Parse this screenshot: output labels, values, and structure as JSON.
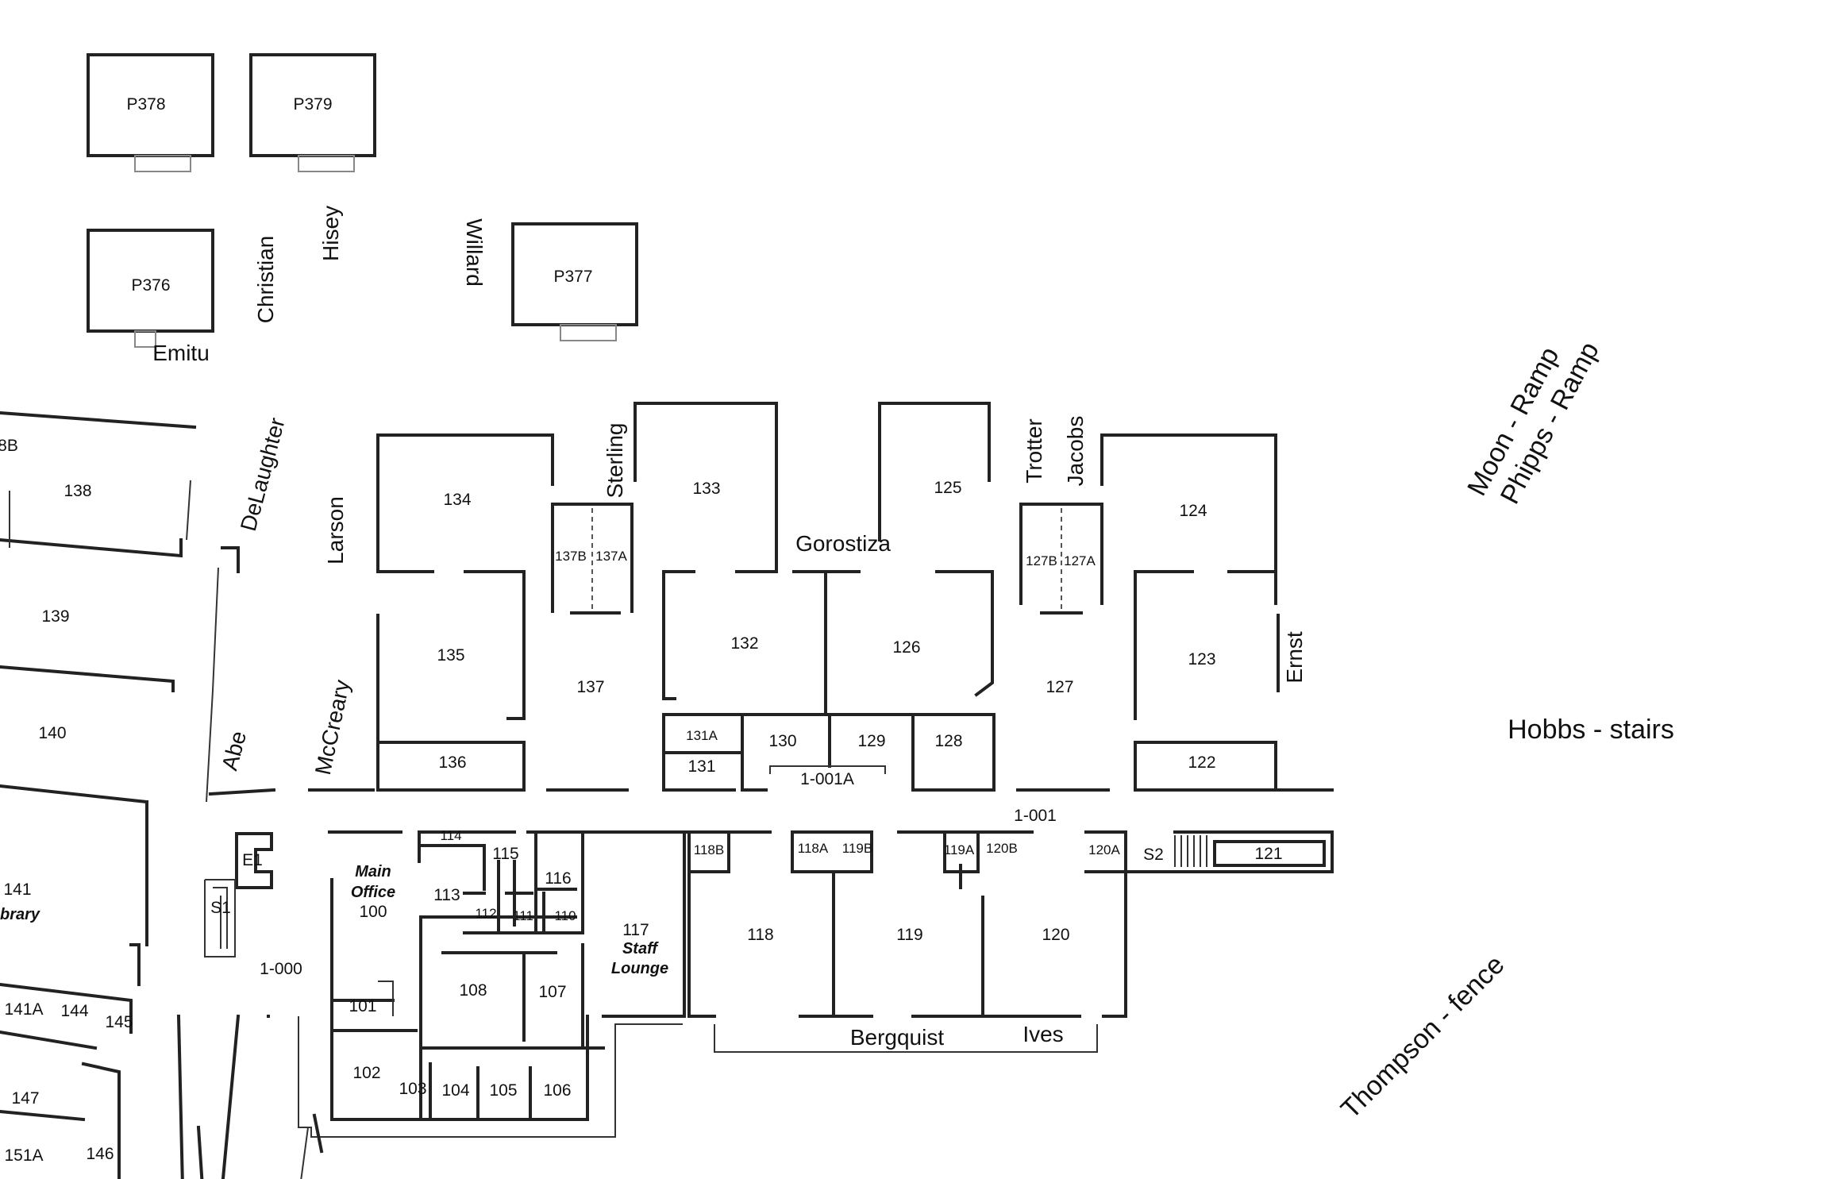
{
  "portables": {
    "p378": "P378",
    "p379": "P379",
    "p376": "P376",
    "p377": "P377"
  },
  "rooms": {
    "r8b": "8B",
    "r138": "138",
    "r139": "139",
    "r140": "140",
    "r141": "141",
    "library": "brary",
    "r141a": "141A",
    "r144": "144",
    "r145": "145",
    "r147": "147",
    "r146": "146",
    "r151a": "151A",
    "r134": "134",
    "r135": "135",
    "r136": "136",
    "r137": "137",
    "r137a": "137A",
    "r137b": "137B",
    "r133": "133",
    "r132": "132",
    "r131a": "131A",
    "r131": "131",
    "r130": "130",
    "r129": "129",
    "r125": "125",
    "r126": "126",
    "r128": "128",
    "r127": "127",
    "r127a": "127A",
    "r127b": "127B",
    "r124": "124",
    "r123": "123",
    "r122": "122",
    "h1001a": "1-001A",
    "h1001": "1-001",
    "h1000": "1-000",
    "e1": "E1",
    "s1": "S1",
    "s2": "S2",
    "main_office_1": "Main",
    "main_office_2": "Office",
    "r100": "100",
    "r114": "114",
    "r115": "115",
    "r113": "113",
    "r116": "116",
    "r112": "112",
    "r111": "111",
    "r110": "110",
    "r117": "117",
    "staff_lounge_1": "Staff",
    "staff_lounge_2": "Lounge",
    "r108": "108",
    "r107": "107",
    "r101": "101",
    "r102": "102",
    "r103": "103",
    "r104": "104",
    "r105": "105",
    "r106": "106",
    "r118b": "118B",
    "r118a": "118A",
    "r119b": "119B",
    "r119a": "119A",
    "r120b": "120B",
    "r120a": "120A",
    "r121": "121",
    "r118": "118",
    "r119": "119",
    "r120": "120"
  },
  "staff_names": {
    "christian": "Christian",
    "hisey": "Hisey",
    "willard": "Willard",
    "emitu": "Emitu",
    "delaughter": "DeLaughter",
    "larson": "Larson",
    "sterling": "Sterling",
    "gorostiza": "Gorostiza",
    "trotter": "Trotter",
    "jacobs": "Jacobs",
    "ernst": "Ernst",
    "abe": "Abe",
    "mccreary": "McCreary",
    "bergquist": "Bergquist",
    "ives": "Ives"
  },
  "posts": {
    "moon": "Moon - Ramp",
    "phipps": "Phipps - Ramp",
    "hobbs": "Hobbs - stairs",
    "thompson": "Thompson - fence"
  }
}
